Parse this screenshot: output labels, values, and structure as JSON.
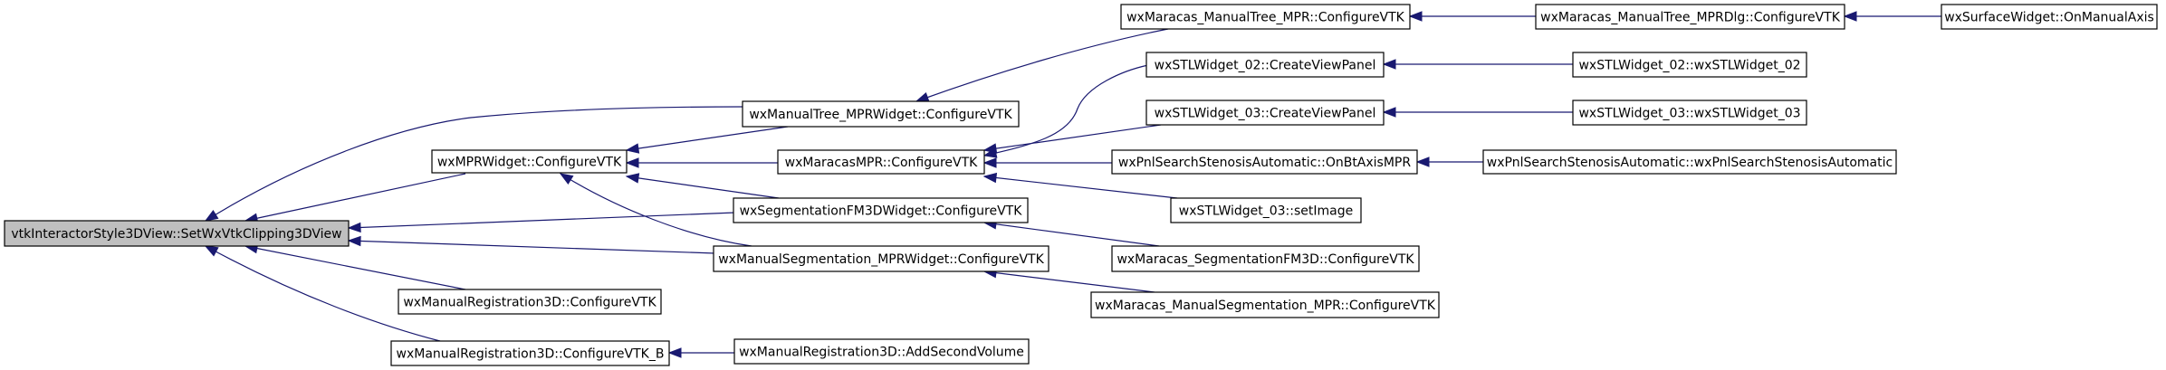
{
  "graph": {
    "colors": {
      "node_fill": "#ffffff",
      "root_fill": "#bfbfbf",
      "node_border": "#000000",
      "edge": "#191970"
    },
    "nodes": [
      {
        "id": "root",
        "label": "vtkInteractorStyle3DView::SetWxVtkClipping3DView",
        "highlight": true
      },
      {
        "id": "mprw",
        "label": "wxMPRWidget::ConfigureVTK"
      },
      {
        "id": "mreg",
        "label": "wxManualRegistration3D::ConfigureVTK"
      },
      {
        "id": "mregb",
        "label": "wxManualRegistration3D::ConfigureVTK_B"
      },
      {
        "id": "mtree",
        "label": "wxManualTree_MPRWidget::ConfigureVTK"
      },
      {
        "id": "mmpr",
        "label": "wxMaracasMPR::ConfigureVTK"
      },
      {
        "id": "segfm",
        "label": "wxSegmentationFM3DWidget::ConfigureVTK"
      },
      {
        "id": "mseg",
        "label": "wxManualSegmentation_MPRWidget::ConfigureVTK"
      },
      {
        "id": "addsv",
        "label": "wxManualRegistration3D::AddSecondVolume"
      },
      {
        "id": "mmtree",
        "label": "wxMaracas_ManualTree_MPR::ConfigureVTK"
      },
      {
        "id": "stl02cv",
        "label": "wxSTLWidget_02::CreateViewPanel"
      },
      {
        "id": "stl03cv",
        "label": "wxSTLWidget_03::CreateViewPanel"
      },
      {
        "id": "pnlbt",
        "label": "wxPnlSearchStenosisAutomatic::OnBtAxisMPR"
      },
      {
        "id": "stl03si",
        "label": "wxSTLWidget_03::setImage"
      },
      {
        "id": "msegfm",
        "label": "wxMaracas_SegmentationFM3D::ConfigureVTK"
      },
      {
        "id": "mmseg",
        "label": "wxMaracas_ManualSegmentation_MPR::ConfigureVTK"
      },
      {
        "id": "mmtreedlg",
        "label": "wxMaracas_ManualTree_MPRDlg::ConfigureVTK"
      },
      {
        "id": "stl02ctor",
        "label": "wxSTLWidget_02::wxSTLWidget_02"
      },
      {
        "id": "stl03ctor",
        "label": "wxSTLWidget_03::wxSTLWidget_03"
      },
      {
        "id": "pnlctor",
        "label": "wxPnlSearchStenosisAutomatic::wxPnlSearchStenosisAutomatic"
      },
      {
        "id": "surf",
        "label": "wxSurfaceWidget::OnManualAxis"
      }
    ],
    "edges": [
      {
        "from": "root",
        "to": "mprw"
      },
      {
        "from": "root",
        "to": "mreg"
      },
      {
        "from": "root",
        "to": "mregb"
      },
      {
        "from": "root",
        "to": "mtree"
      },
      {
        "from": "root",
        "to": "segfm"
      },
      {
        "from": "root",
        "to": "mseg"
      },
      {
        "from": "mprw",
        "to": "mtree"
      },
      {
        "from": "mprw",
        "to": "mmpr"
      },
      {
        "from": "mprw",
        "to": "segfm"
      },
      {
        "from": "mprw",
        "to": "mseg"
      },
      {
        "from": "mregb",
        "to": "addsv"
      },
      {
        "from": "mtree",
        "to": "mmtree"
      },
      {
        "from": "mmpr",
        "to": "stl02cv"
      },
      {
        "from": "mmpr",
        "to": "stl03cv"
      },
      {
        "from": "mmpr",
        "to": "pnlbt"
      },
      {
        "from": "mmpr",
        "to": "stl03si"
      },
      {
        "from": "segfm",
        "to": "msegfm"
      },
      {
        "from": "mseg",
        "to": "mmseg"
      },
      {
        "from": "mmtree",
        "to": "mmtreedlg"
      },
      {
        "from": "mmtreedlg",
        "to": "surf"
      },
      {
        "from": "stl02cv",
        "to": "stl02ctor"
      },
      {
        "from": "stl03cv",
        "to": "stl03ctor"
      },
      {
        "from": "pnlbt",
        "to": "pnlctor"
      }
    ]
  }
}
